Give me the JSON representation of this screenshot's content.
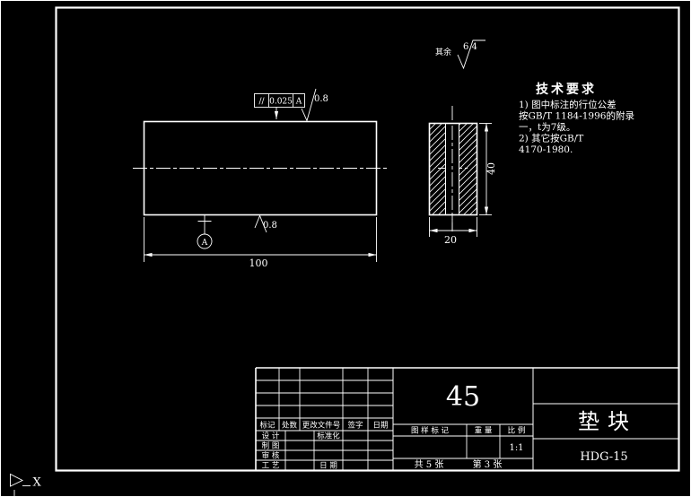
{
  "app": {
    "background": "#000000",
    "line_color": "#ffffff"
  },
  "front_view": {
    "dim_length": "100",
    "tolerance_frame": {
      "symbol": "//",
      "value": "0.025",
      "datum": "A"
    },
    "roughness_top": "0.8",
    "roughness_bottom": "0.8",
    "datum_label": "A"
  },
  "section_view": {
    "dim_width": "20",
    "dim_height": "40"
  },
  "general_roughness": {
    "label": "其余",
    "value": "6.4"
  },
  "tech_requirements": {
    "title": "技术要求",
    "lines": [
      "1) 图中标注的行位公差",
      "按GB/T 1184-1996的附录",
      "一，t为7级。",
      "2) 其它按GB/T",
      "4170-1980."
    ]
  },
  "title_block": {
    "material": "45",
    "part_name": "垫块",
    "drawing_number": "HDG-15",
    "revision_headers": [
      "标记",
      "处数",
      "更改文件号",
      "签字",
      "日期"
    ],
    "role_design": "设 计",
    "role_standardization": "标准化",
    "role_draft": "制 图",
    "role_check": "审 核",
    "role_process": "工 艺",
    "role_date": "日 期",
    "header_stamp": "图 样 标 记",
    "header_weight": "重 量",
    "header_scale": "比 例",
    "scale_value": "1:1",
    "sheet_total": "共 5 张",
    "sheet_number": "第 3 张"
  },
  "ucs": {
    "x_label": "X"
  }
}
